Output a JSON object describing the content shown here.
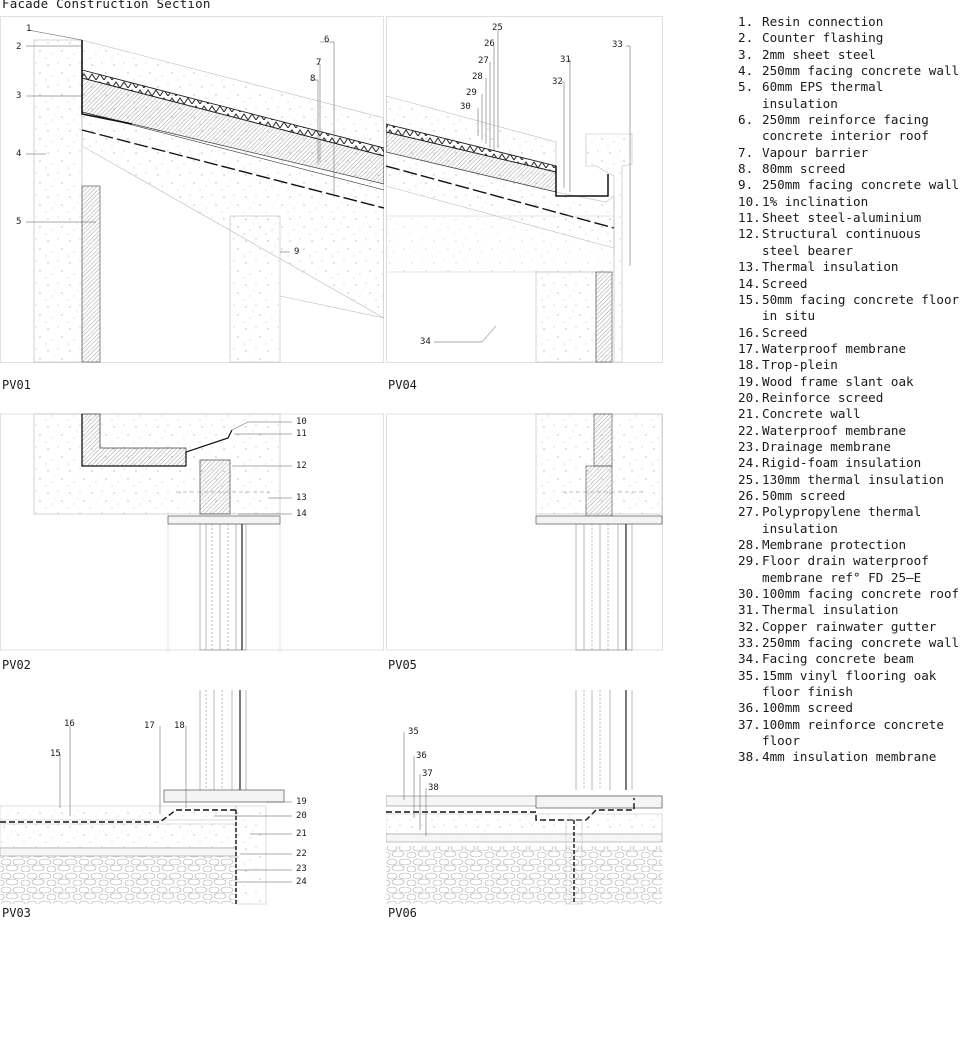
{
  "title": "Facade Construction Section",
  "panels": {
    "pv01": "PV01",
    "pv02": "PV02",
    "pv03": "PV03",
    "pv04": "PV04",
    "pv05": "PV05",
    "pv06": "PV06"
  },
  "legend": [
    {
      "num": "1.",
      "text": "Resin connection"
    },
    {
      "num": "2.",
      "text": "Counter flashing"
    },
    {
      "num": "3.",
      "text": "2mm sheet steel"
    },
    {
      "num": "4.",
      "text": "250mm facing concrete wall"
    },
    {
      "num": "5.",
      "text": "60mm EPS thermal insulation"
    },
    {
      "num": "6.",
      "text": "250mm reinforce facing concrete interior roof"
    },
    {
      "num": "7.",
      "text": "Vapour barrier"
    },
    {
      "num": "8.",
      "text": "80mm screed"
    },
    {
      "num": "9.",
      "text": "250mm facing concrete wall"
    },
    {
      "num": "10.",
      "text": "1% inclination"
    },
    {
      "num": "11.",
      "text": "Sheet steel-aluminium"
    },
    {
      "num": "12.",
      "text": "Structural continuous steel bearer"
    },
    {
      "num": "13.",
      "text": "Thermal insulation"
    },
    {
      "num": "14.",
      "text": "Screed"
    },
    {
      "num": "15.",
      "text": "50mm facing concrete floor in situ"
    },
    {
      "num": "16.",
      "text": "Screed"
    },
    {
      "num": "17.",
      "text": "Waterproof membrane"
    },
    {
      "num": "18.",
      "text": "Trop-plein"
    },
    {
      "num": "19.",
      "text": "Wood frame slant oak"
    },
    {
      "num": "20.",
      "text": "Reinforce screed"
    },
    {
      "num": "21.",
      "text": "Concrete wall"
    },
    {
      "num": "22.",
      "text": "Waterproof membrane"
    },
    {
      "num": "23.",
      "text": "Drainage membrane"
    },
    {
      "num": "24.",
      "text": "Rigid-foam insulation"
    },
    {
      "num": "25.",
      "text": "130mm thermal insulation"
    },
    {
      "num": "26.",
      "text": "50mm screed"
    },
    {
      "num": "27.",
      "text": "Polypropylene thermal insulation"
    },
    {
      "num": "28.",
      "text": "Membrane protection"
    },
    {
      "num": "29.",
      "text": "Floor drain waterproof membrane ref° FD 25–E"
    },
    {
      "num": "30.",
      "text": "100mm facing concrete roof"
    },
    {
      "num": "31.",
      "text": "Thermal insulation"
    },
    {
      "num": "32.",
      "text": "Copper rainwater gutter"
    },
    {
      "num": "33.",
      "text": "250mm facing concrete wall"
    },
    {
      "num": "34.",
      "text": "Facing concrete beam"
    },
    {
      "num": "35.",
      "text": "15mm vinyl flooring oak floor finish"
    },
    {
      "num": "36.",
      "text": "100mm screed"
    },
    {
      "num": "37.",
      "text": "100mm reinforce concrete floor"
    },
    {
      "num": "38.",
      "text": "4mm insulation membrane"
    }
  ],
  "callouts": {
    "c1": "1",
    "c2": "2",
    "c3": "3",
    "c4": "4",
    "c5": "5",
    "c6": "6",
    "c7": "7",
    "c8": "8",
    "c9": "9",
    "c10": "10",
    "c11": "11",
    "c12": "12",
    "c13": "13",
    "c14": "14",
    "c15": "15",
    "c16": "16",
    "c17": "17",
    "c18": "18",
    "c19": "19",
    "c20": "20",
    "c21": "21",
    "c22": "22",
    "c23": "23",
    "c24": "24",
    "c25": "25",
    "c26": "26",
    "c27": "27",
    "c28": "28",
    "c29": "29",
    "c30": "30",
    "c31": "31",
    "c32": "32",
    "c33": "33",
    "c34": "34",
    "c35": "35",
    "c36": "36",
    "c37": "37",
    "c38": "38"
  },
  "colors": {
    "line": "#1a1a1a",
    "hatch": "#777777",
    "stipple": "#9a9a9a",
    "frame": "#bdbdbd"
  }
}
